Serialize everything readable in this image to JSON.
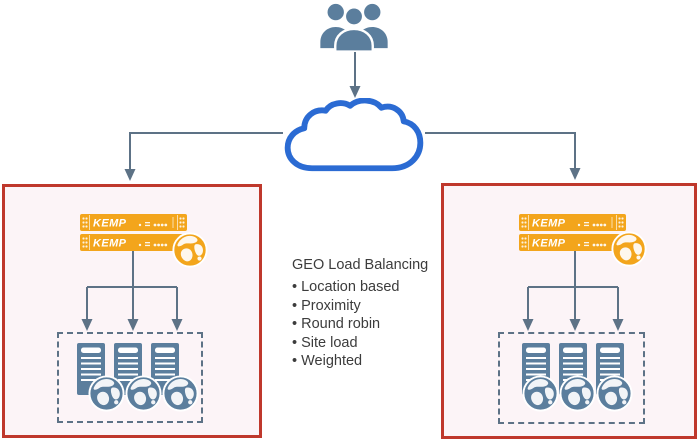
{
  "diagram": {
    "description": {
      "title": "GEO Load Balancing",
      "items": [
        "• Location based",
        "• Proximity",
        "• Round robin",
        "• Site load",
        "• Weighted"
      ]
    },
    "appliance_label": "KEMP",
    "colors": {
      "slate_icon": "#5B7E9D",
      "connector_line": "#5D7286",
      "cloud_blue": "#2B6BD3",
      "kemp_orange": "#F3A51C",
      "site_border_red": "#BF382C",
      "site_fill_pink": "#FCF4F7",
      "text": "#3C3C3C"
    },
    "icons": {
      "users": "users-group-icon",
      "cloud": "internet-cloud-icon",
      "kemp_globe": "geo-globe-icon",
      "server": "server-tower-icon",
      "server_globe": "server-globe-icon"
    }
  }
}
